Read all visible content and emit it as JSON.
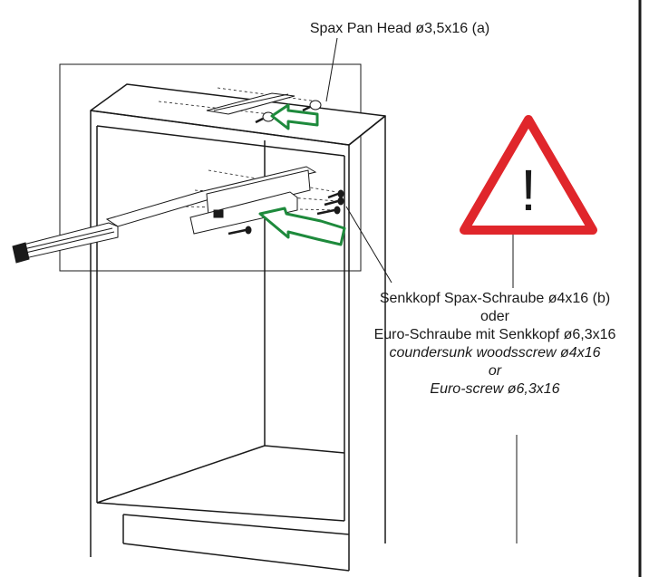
{
  "labels": {
    "screw_a": "Spax Pan Head ø3,5x16 (a)",
    "screw_b_de": "Senkkopf Spax-Schraube ø4x16 (b)",
    "or_de": "oder",
    "euro_de": "Euro-Schraube mit Senkkopf ø6,3x16",
    "screw_b_en": "coundersunk woodsscrew ø4x16",
    "or_en": "or",
    "euro_en": "Euro-screw ø6,3x16"
  },
  "warning_sign": {
    "symbol": "!",
    "border_color": "#e0262b",
    "fill_color": "#ffffff"
  },
  "arrow_color": "#1e8a3c",
  "line_color": "#1a1a1a"
}
